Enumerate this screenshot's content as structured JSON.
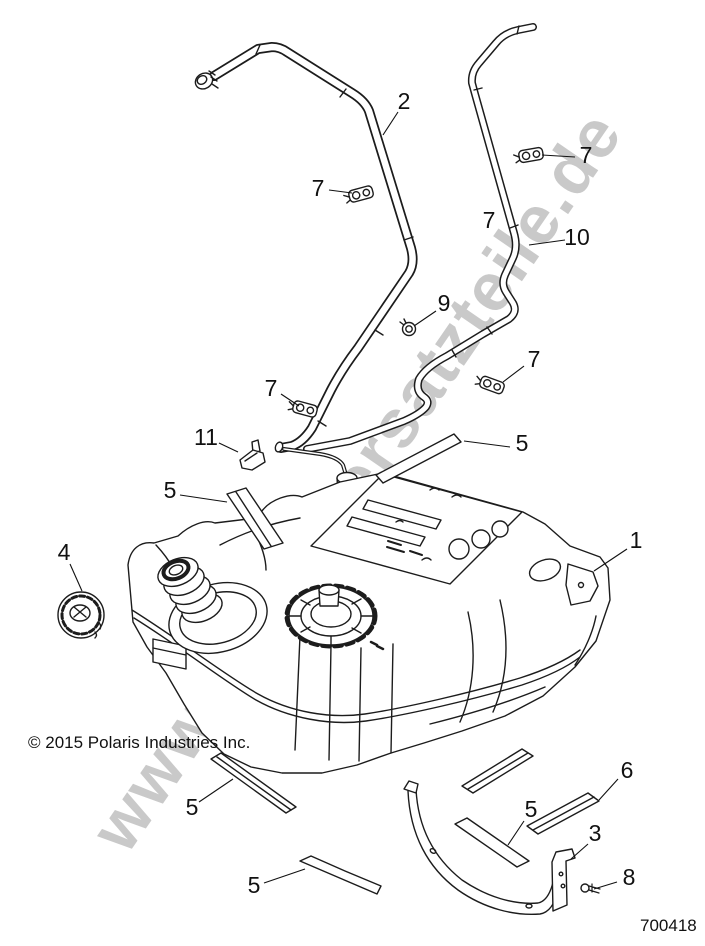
{
  "watermark": {
    "text": "www.polarisersatzteile.de",
    "color": "#c9c9c9"
  },
  "footer": {
    "copyright": "© 2015 Polaris Industries Inc.",
    "part_number": "700418"
  },
  "colors": {
    "background": "#ffffff",
    "line": "#1c1c1c",
    "label": "#111111"
  },
  "callouts": [
    {
      "label": "2"
    },
    {
      "label": "7"
    },
    {
      "label": "7"
    },
    {
      "label": "7"
    },
    {
      "label": "10"
    },
    {
      "label": "9"
    },
    {
      "label": "7"
    },
    {
      "label": "7"
    },
    {
      "label": "11"
    },
    {
      "label": "5"
    },
    {
      "label": "5"
    },
    {
      "label": "1"
    },
    {
      "label": "4"
    },
    {
      "label": "5"
    },
    {
      "label": "5"
    },
    {
      "label": "5"
    },
    {
      "label": "6"
    },
    {
      "label": "3"
    },
    {
      "label": "8"
    }
  ]
}
